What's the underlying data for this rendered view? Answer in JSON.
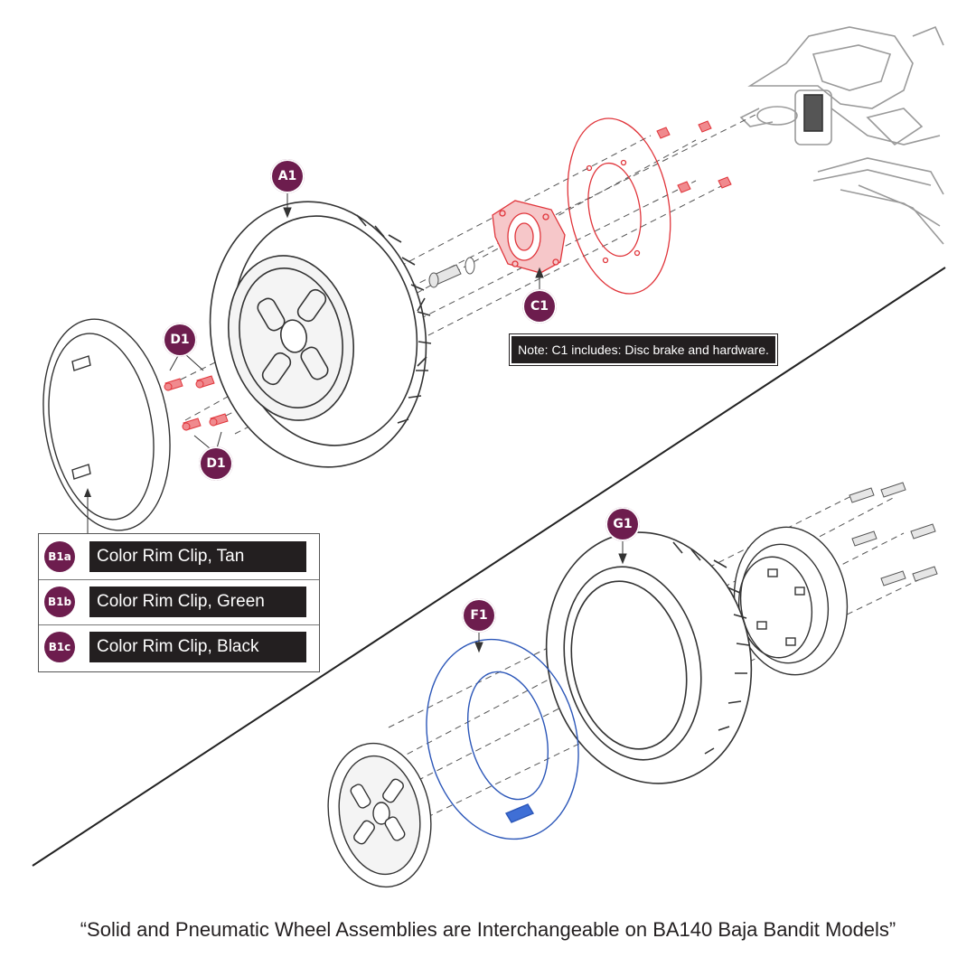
{
  "callouts": {
    "a1": "A1",
    "c1": "C1",
    "d1_top": "D1",
    "d1_bottom": "D1",
    "g1": "G1",
    "f1": "F1"
  },
  "note": "Note: C1 includes: Disc brake and hardware.",
  "legend": [
    {
      "code": "B1a",
      "label": "Color Rim Clip, Tan"
    },
    {
      "code": "B1b",
      "label": "Color Rim Clip, Green"
    },
    {
      "code": "B1c",
      "label": "Color Rim Clip, Black"
    }
  ],
  "caption": "“Solid and Pneumatic Wheel Assemblies are Interchangeable on BA140 Baja Bandit Models”",
  "colors": {
    "callout": "#6d1d4e",
    "brake_parts": "#e0343a",
    "inner_tube": "#2b56b8",
    "line_art": "#333333",
    "label_bg": "#231f20"
  }
}
